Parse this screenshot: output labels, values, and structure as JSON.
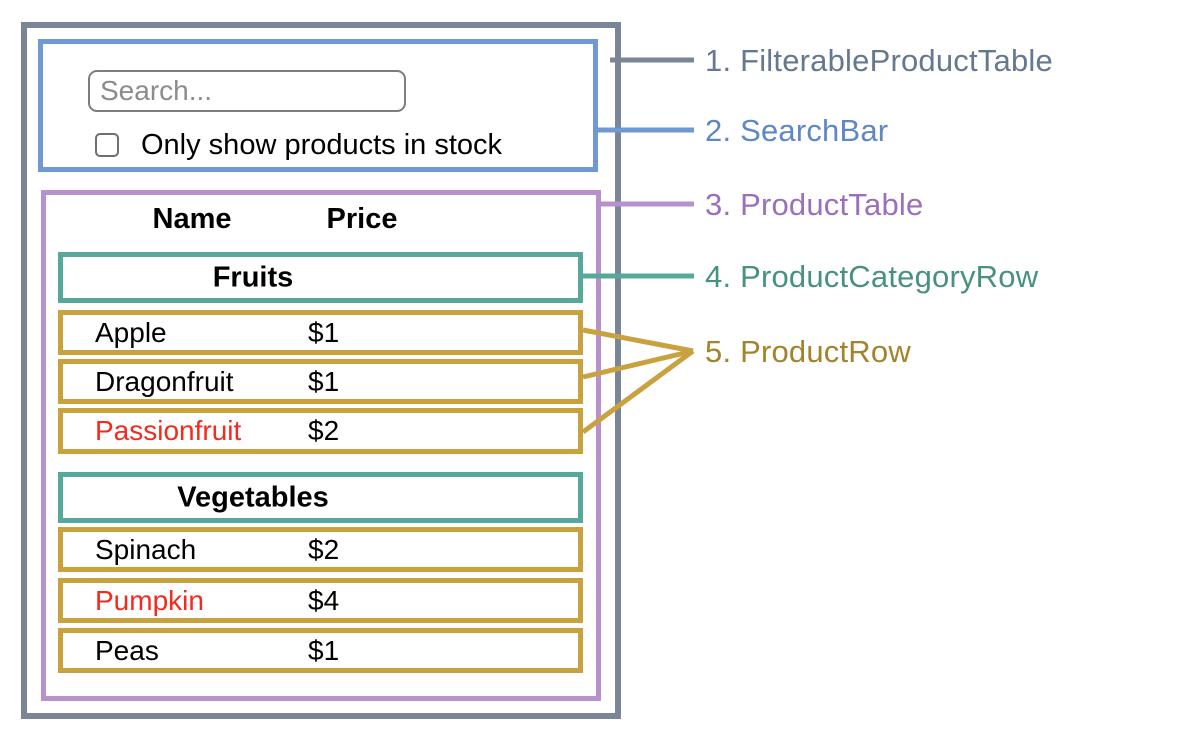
{
  "colors": {
    "filterable_product_table": "#7a8596",
    "search_bar": "#7199d1",
    "product_table": "#b691cb",
    "product_category_row": "#56a89a",
    "product_row": "#c7a23f",
    "out_of_stock_text": "#f5291d",
    "legend_1": "#66788f",
    "legend_2": "#5d87c5",
    "legend_3": "#9a70ba",
    "legend_4": "#47917f",
    "legend_5": "#a5832b"
  },
  "search_bar": {
    "placeholder": "Search...",
    "checkbox_label": "Only show products in stock",
    "checkbox_checked": false
  },
  "product_table": {
    "headers": {
      "name": "Name",
      "price": "Price"
    },
    "sections": [
      {
        "category": "Fruits",
        "rows": [
          {
            "name": "Apple",
            "price": "$1",
            "out_of_stock": false
          },
          {
            "name": "Dragonfruit",
            "price": "$1",
            "out_of_stock": false
          },
          {
            "name": "Passionfruit",
            "price": "$2",
            "out_of_stock": true
          }
        ]
      },
      {
        "category": "Vegetables",
        "rows": [
          {
            "name": "Spinach",
            "price": "$2",
            "out_of_stock": false
          },
          {
            "name": "Pumpkin",
            "price": "$4",
            "out_of_stock": true
          },
          {
            "name": "Peas",
            "price": "$1",
            "out_of_stock": false
          }
        ]
      }
    ]
  },
  "legend": [
    {
      "text": "1. FilterableProductTable",
      "color": "#66788f"
    },
    {
      "text": "2. SearchBar",
      "color": "#5d87c5"
    },
    {
      "text": "3. ProductTable",
      "color": "#9a70ba"
    },
    {
      "text": "4. ProductCategoryRow",
      "color": "#47917f"
    },
    {
      "text": "5. ProductRow",
      "color": "#a5832b"
    }
  ]
}
